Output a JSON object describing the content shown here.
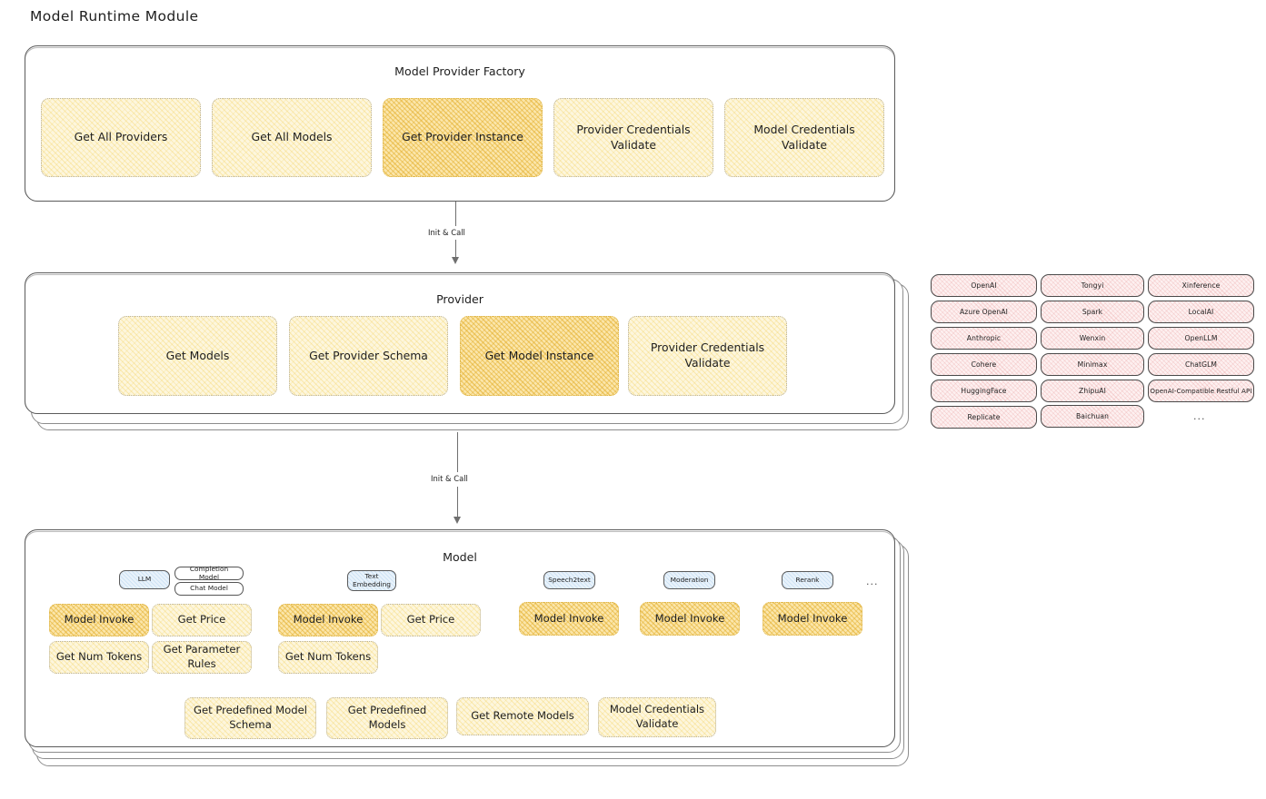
{
  "page": {
    "title": "Model Runtime Module"
  },
  "factory": {
    "title": "Model Provider Factory",
    "items": [
      {
        "label": "Get All Providers",
        "highlighted": false
      },
      {
        "label": "Get All Models",
        "highlighted": false
      },
      {
        "label": "Get Provider Instance",
        "highlighted": true
      },
      {
        "label": "Provider Credentials Validate",
        "highlighted": false
      },
      {
        "label": "Model Credentials Validate",
        "highlighted": false
      }
    ]
  },
  "connector1": {
    "label": "Init & Call"
  },
  "provider": {
    "title": "Provider",
    "items": [
      {
        "label": "Get Models",
        "highlighted": false
      },
      {
        "label": "Get Provider Schema",
        "highlighted": false
      },
      {
        "label": "Get Model Instance",
        "highlighted": true
      },
      {
        "label": "Provider Credentials Validate",
        "highlighted": false
      }
    ]
  },
  "connector2": {
    "label": "Init & Call"
  },
  "provider_list": {
    "columns": [
      [
        "OpenAI",
        "Azure OpenAI",
        "Anthropic",
        "Cohere",
        "HuggingFace",
        "Replicate"
      ],
      [
        "Tongyi",
        "Spark",
        "Wenxin",
        "Minimax",
        "ZhipuAI",
        "Baichuan"
      ],
      [
        "Xinference",
        "LocalAI",
        "OpenLLM",
        "ChatGLM",
        "OpenAI-Compatible Restful API"
      ]
    ],
    "more": "..."
  },
  "model": {
    "title": "Model",
    "more": "...",
    "types": [
      {
        "badge": "LLM",
        "sub_badges": [
          "Completion Model",
          "Chat Model"
        ],
        "ops": [
          "Model Invoke",
          "Get Price",
          "Get Num Tokens",
          "Get Parameter Rules"
        ],
        "highlighted_op": "Model Invoke"
      },
      {
        "badge": "Text Embedding",
        "sub_badges": [],
        "ops": [
          "Model Invoke",
          "Get Price",
          "Get Num Tokens"
        ],
        "highlighted_op": "Model Invoke"
      },
      {
        "badge": "Speech2text",
        "sub_badges": [],
        "ops": [
          "Model Invoke"
        ],
        "highlighted_op": "Model Invoke"
      },
      {
        "badge": "Moderation",
        "sub_badges": [],
        "ops": [
          "Model Invoke"
        ],
        "highlighted_op": "Model Invoke"
      },
      {
        "badge": "Rerank",
        "sub_badges": [],
        "ops": [
          "Model Invoke"
        ],
        "highlighted_op": "Model Invoke"
      }
    ],
    "common_ops": [
      "Get Predefined Model Schema",
      "Get Predefined Models",
      "Get Remote Models",
      "Model Credentials Validate"
    ]
  },
  "colors": {
    "box_fill": "#fdf6dd",
    "box_fill_highlight": "#fbe6ab",
    "pill_fill": "#fdf0f0",
    "badge_blue": "#e8f2fb",
    "stroke": "#1e1e1e"
  }
}
